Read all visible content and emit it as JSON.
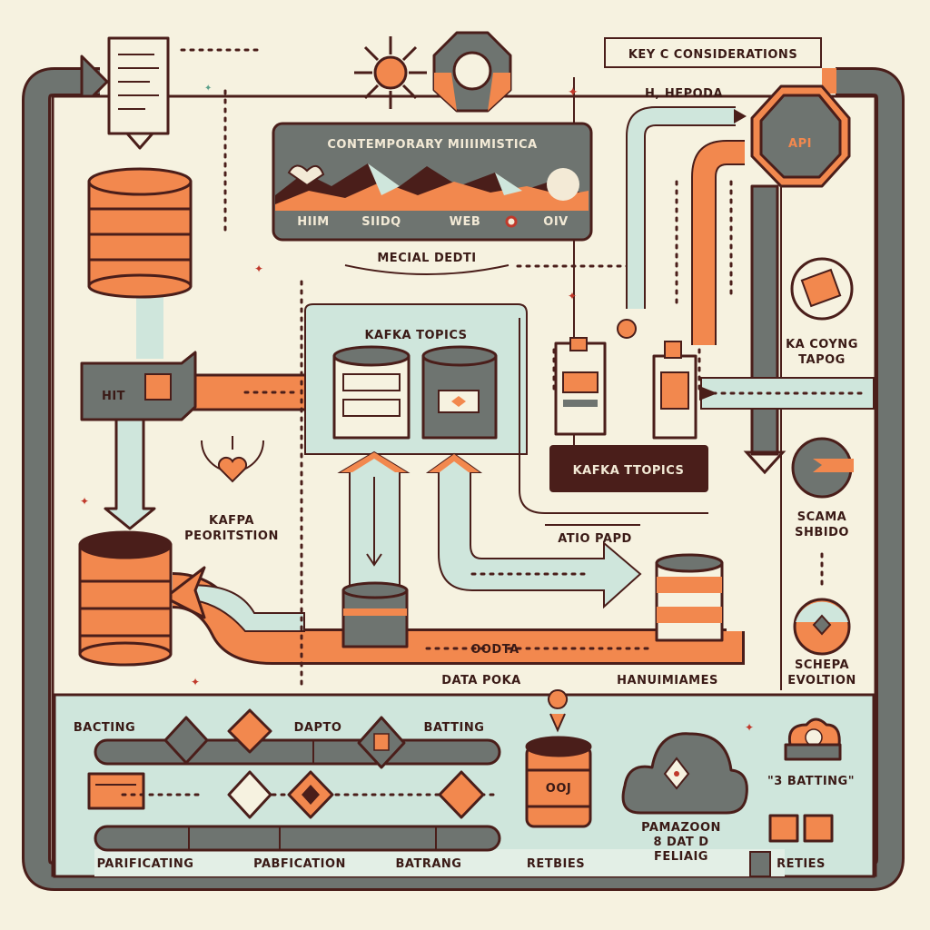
{
  "colors": {
    "background": "#f6f2e0",
    "gray": "#6e7470",
    "orange": "#f2884e",
    "dark": "#4a1e1a",
    "mint": "#cfe6dc"
  },
  "header": {
    "key_considerations": "KEY C CONSIDERATIONS",
    "hepoda": "H, HEPODA"
  },
  "banner": {
    "title": "CONTEMPORARY MIIIIMISTICA",
    "labels": [
      "HIIM",
      "SIIDQ",
      "WEB",
      "OIV"
    ],
    "caption": "MECIAL DEDTI"
  },
  "api": {
    "label": "API"
  },
  "left": {
    "hit": "HIT",
    "kafka_label_1": "KAFPA",
    "kafka_label_2": "PEORITSTION"
  },
  "center": {
    "kafka_topics": "KAFKA TOPICS",
    "kafka_topics_dark": "KAFKA TTOPICS",
    "ratio_label": "ATIO PAPD",
    "band_label": "OODTA",
    "data_label": "DATA POKA",
    "handlers": "HANUIMIAMES"
  },
  "right": {
    "item1_1": "KA COYNG",
    "item1_2": "TAPOG",
    "item2_1": "SCAMA",
    "item2_2": "SHBIDO",
    "item3_1": "SCHEPA",
    "item3_2": "EVOLTION"
  },
  "bottom": {
    "top_labels": [
      "BACTING",
      "DAPTO",
      "BATTING"
    ],
    "bottom_labels": [
      "PARIFICATING",
      "PABFICATION",
      "BATRANG",
      "RETBIES"
    ],
    "barrel_label": "OOJ",
    "amazon_1": "PAMAZOON",
    "amazon_2": "8 DAT D",
    "amazon_3": "FELIAIG",
    "batting_right": "\"3 BATTING\"",
    "retries_right": "RETIES"
  }
}
